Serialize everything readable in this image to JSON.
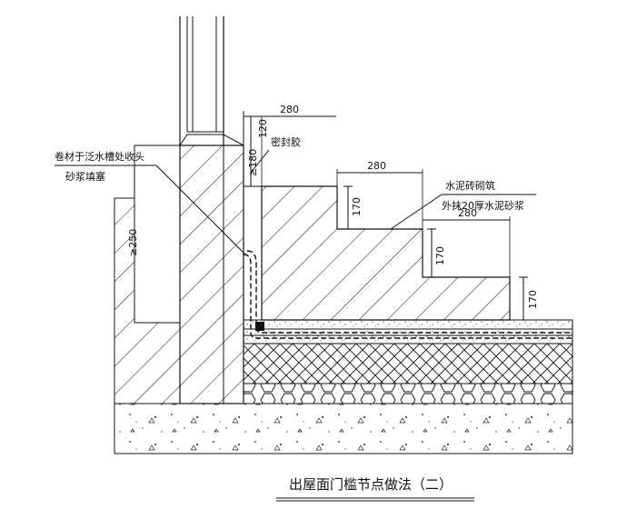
{
  "drawing": {
    "title": "出屋面门槛节点做法（二）",
    "annotations": {
      "sealant": "密封胶",
      "membrane_end_line1": "卷材于泛水槽处收头",
      "membrane_end_line2": "砂浆填塞",
      "brick_step_line1": "水泥砖砌筑",
      "brick_step_line2": "外抹20厚水泥砂浆"
    },
    "dimensions": {
      "d280_top": "280",
      "d120": "120",
      "d180": "≥180",
      "d250": "≥250",
      "d280_mid": "280",
      "d280_low": "280",
      "d170_a": "170",
      "d170_b": "170",
      "d170_c": "170"
    }
  }
}
